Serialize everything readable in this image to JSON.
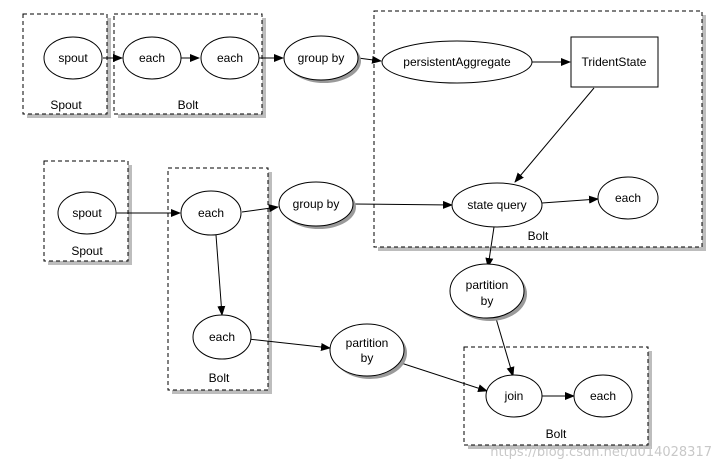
{
  "diagram": {
    "groups": {
      "spout1": "Spout",
      "bolt1": "Bolt",
      "bolt_big": "Bolt",
      "spout2": "Spout",
      "bolt2": "Bolt",
      "bolt3": "Bolt"
    },
    "nodes": {
      "spout_a": "spout",
      "each_a1": "each",
      "each_a2": "each",
      "groupby_a": "group by",
      "persistent_aggregate": "persistentAggregate",
      "trident_state": "TridentState",
      "spout_b": "spout",
      "each_b1": "each",
      "groupby_b": "group by",
      "state_query": "state query",
      "each_sq": "each",
      "partition_by_1_l1": "partition",
      "partition_by_1_l2": "by",
      "each_b2": "each",
      "partition_by_2_l1": "partition",
      "partition_by_2_l2": "by",
      "join": "join",
      "each_join": "each"
    },
    "watermark": "https://blog.csdn.net/u014028317"
  },
  "colors": {
    "stroke": "#000000",
    "node_fill": "#ffffff",
    "shadow": "#9a9a9a",
    "watermark": "#c8c8c8"
  }
}
